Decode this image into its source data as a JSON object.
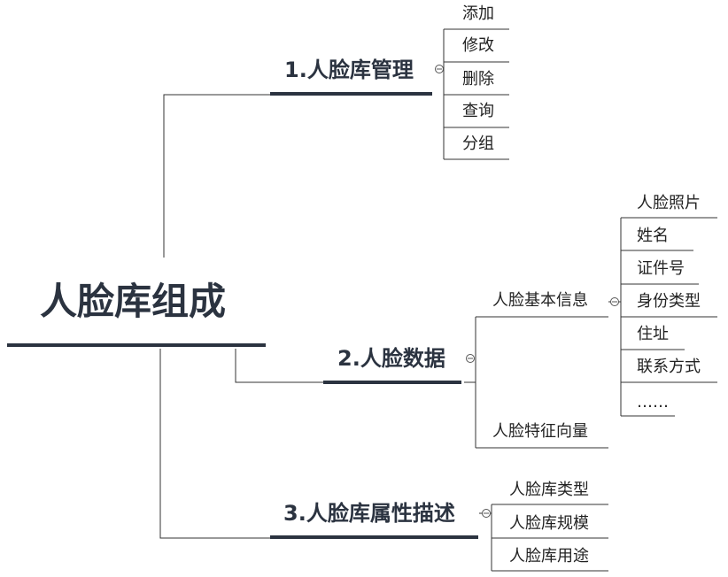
{
  "root": {
    "label": "人脸库组成"
  },
  "branches": [
    {
      "label": "1.人脸库管理",
      "children": [
        "添加",
        "修改",
        "删除",
        "查询",
        "分组"
      ]
    },
    {
      "label": "2.人脸数据",
      "sub": [
        {
          "label": "人脸基本信息",
          "children": [
            "人脸照片",
            "姓名",
            "证件号",
            "身份类型",
            "住址",
            "联系方式",
            "……"
          ]
        },
        {
          "label": "人脸特征向量"
        }
      ]
    },
    {
      "label": "3.人脸库属性描述",
      "children": [
        "人脸库类型",
        "人脸库规模",
        "人脸库用途"
      ]
    }
  ],
  "colors": {
    "line": "#333333",
    "heavy": "#2b3340",
    "text": "#222222"
  }
}
